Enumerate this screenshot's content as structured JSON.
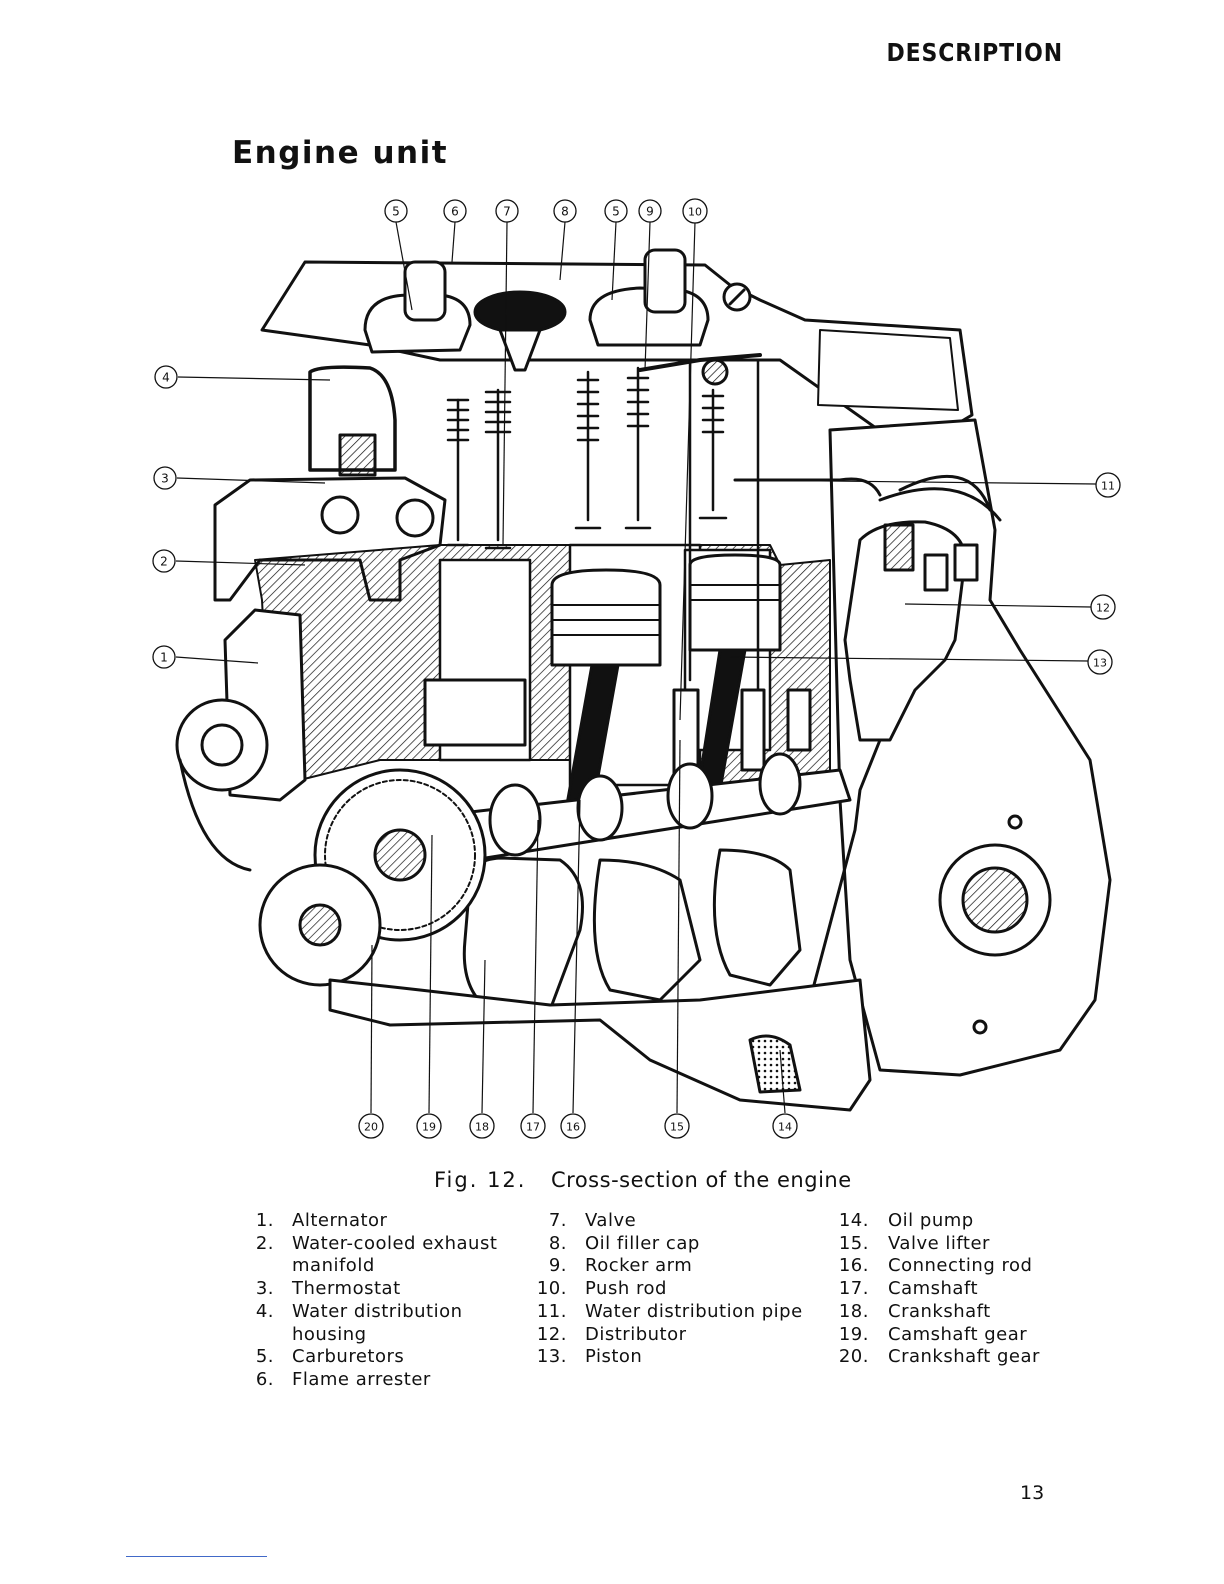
{
  "header": {
    "section": "DESCRIPTION"
  },
  "title": "Engine unit",
  "figure": {
    "label": "Fig. 12.",
    "caption": "Cross-section of the engine",
    "callouts": [
      {
        "number": "5",
        "target": "Carburetors"
      },
      {
        "number": "6",
        "target": "Flame arrester"
      },
      {
        "number": "7",
        "target": "Valve"
      },
      {
        "number": "8",
        "target": "Oil filler cap"
      },
      {
        "number": "5",
        "target": "Carburetors"
      },
      {
        "number": "9",
        "target": "Rocker arm"
      },
      {
        "number": "10",
        "target": "Push rod"
      },
      {
        "number": "4",
        "target": "Water distribution housing"
      },
      {
        "number": "3",
        "target": "Thermostat"
      },
      {
        "number": "2",
        "target": "Water-cooled exhaust manifold"
      },
      {
        "number": "1",
        "target": "Alternator"
      },
      {
        "number": "11",
        "target": "Water distribution pipe"
      },
      {
        "number": "12",
        "target": "Distributor"
      },
      {
        "number": "13",
        "target": "Piston"
      },
      {
        "number": "20",
        "target": "Crankshaft gear"
      },
      {
        "number": "19",
        "target": "Camshaft gear"
      },
      {
        "number": "18",
        "target": "Crankshaft"
      },
      {
        "number": "17",
        "target": "Camshaft"
      },
      {
        "number": "16",
        "target": "Connecting rod"
      },
      {
        "number": "15",
        "target": "Valve lifter"
      },
      {
        "number": "14",
        "target": "Oil pump"
      }
    ]
  },
  "legend": {
    "col1": [
      {
        "num": "1.",
        "label": "Alternator"
      },
      {
        "num": "2.",
        "label": "Water-cooled exhaust"
      },
      {
        "num": "",
        "label": "manifold"
      },
      {
        "num": "3.",
        "label": "Thermostat"
      },
      {
        "num": "4.",
        "label": "Water distribution"
      },
      {
        "num": "",
        "label": "housing"
      },
      {
        "num": "5.",
        "label": "Carburetors"
      },
      {
        "num": "6.",
        "label": "Flame arrester"
      }
    ],
    "col2": [
      {
        "num": "7.",
        "label": "Valve"
      },
      {
        "num": "8.",
        "label": "Oil filler cap"
      },
      {
        "num": "9.",
        "label": "Rocker arm"
      },
      {
        "num": "10.",
        "label": "Push rod"
      },
      {
        "num": "11.",
        "label": "Water distribution pipe"
      },
      {
        "num": "12.",
        "label": "Distributor"
      },
      {
        "num": "13.",
        "label": "Piston"
      }
    ],
    "col3": [
      {
        "num": "14.",
        "label": "Oil pump"
      },
      {
        "num": "15.",
        "label": "Valve lifter"
      },
      {
        "num": "16.",
        "label": "Connecting rod"
      },
      {
        "num": "17.",
        "label": "Camshaft"
      },
      {
        "num": "18.",
        "label": "Crankshaft"
      },
      {
        "num": "19.",
        "label": "Camshaft gear"
      },
      {
        "num": "20.",
        "label": "Crankshaft gear"
      }
    ]
  },
  "page_number": "13",
  "colors": {
    "ink": "#111111",
    "paper": "#ffffff",
    "footer_rule": "#4169c8"
  }
}
